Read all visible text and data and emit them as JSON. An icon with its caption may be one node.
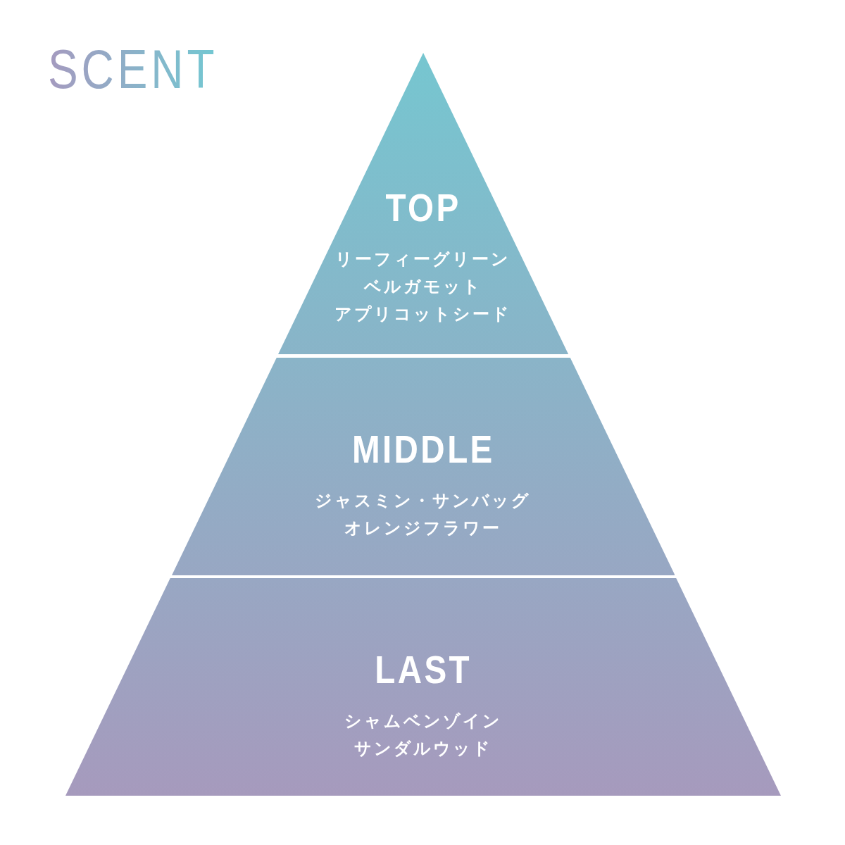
{
  "diagram": {
    "title": "SCENT",
    "nodes": [
      {
        "text": [
          "TOP",
          "リーフィーグリーン",
          "ベルガモット",
          "アプリコットシード"
        ]
      },
      {
        "text": [
          "MIDDLE",
          "ジャスミン・サンバッグ",
          "オレンジフラワー"
        ]
      },
      {
        "text": [
          "LAST",
          "シャムベンゾイン",
          "サンダルウッド"
        ]
      }
    ]
  }
}
